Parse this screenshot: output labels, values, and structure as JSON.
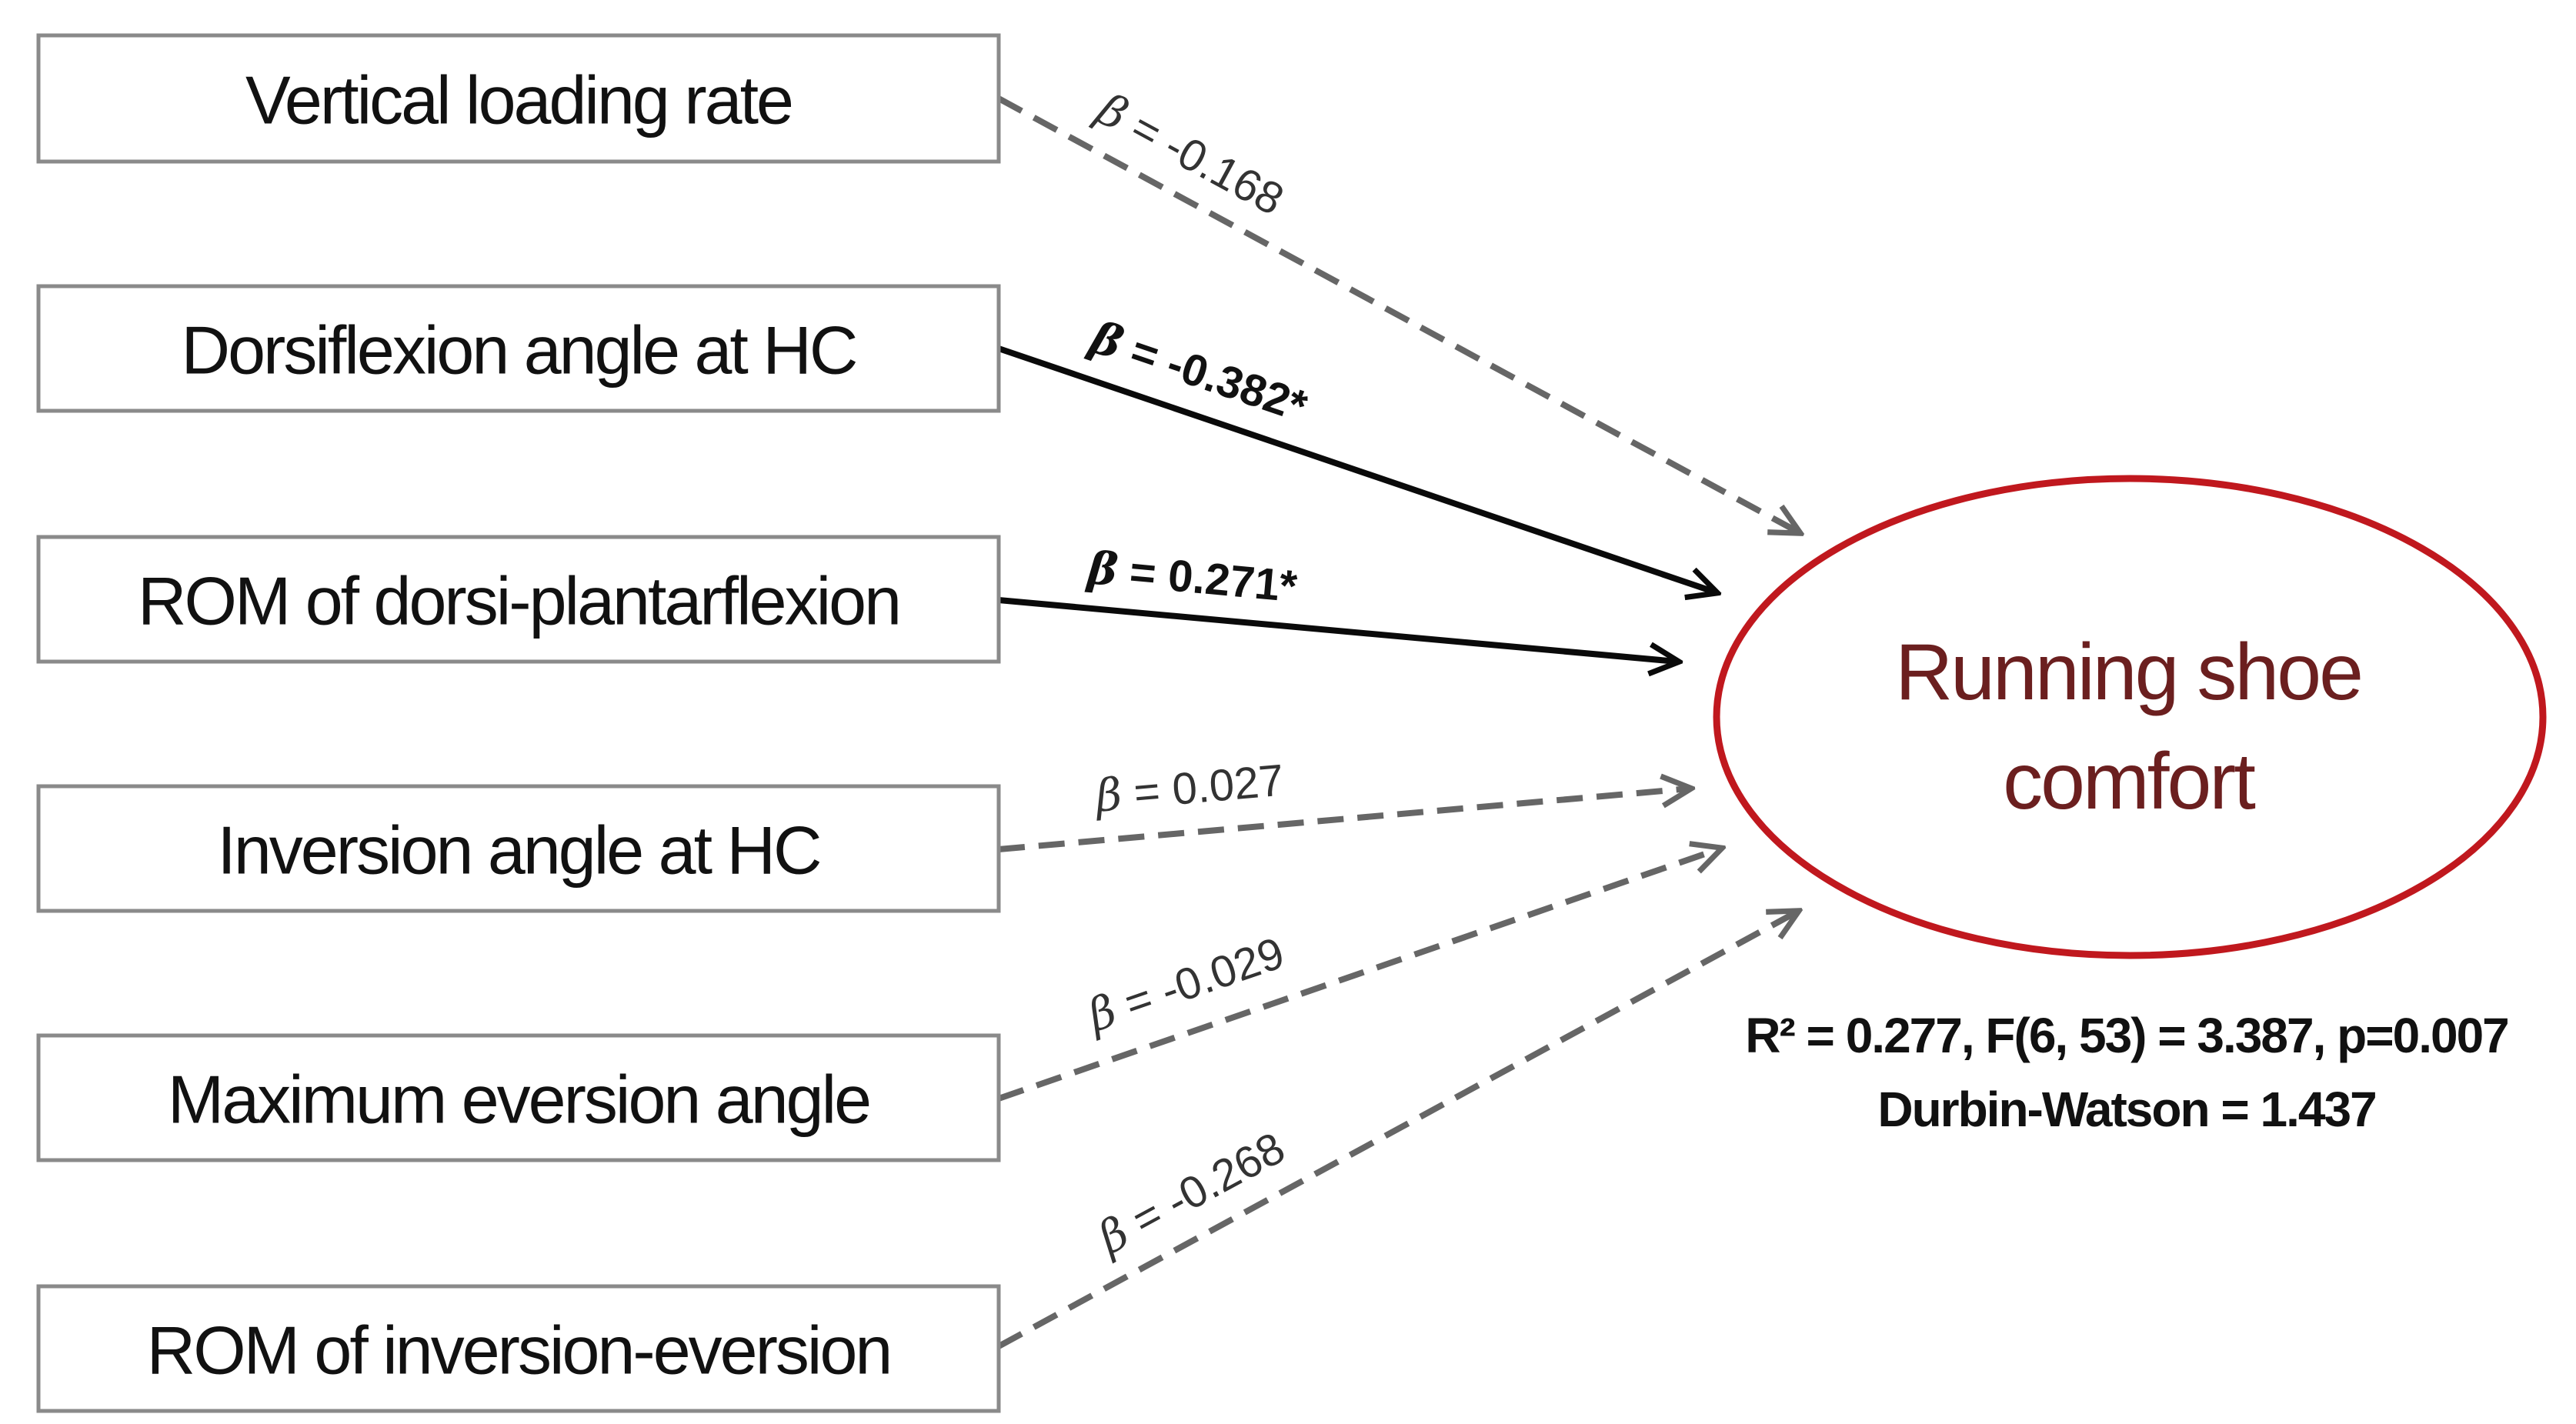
{
  "predictors": [
    {
      "label": "Vertical loading rate",
      "beta": "-0.168",
      "significant": false
    },
    {
      "label": "Dorsiflexion angle at HC",
      "beta": "-0.382*",
      "significant": true
    },
    {
      "label": "ROM of dorsi-plantarflexion",
      "beta": "0.271*",
      "significant": true
    },
    {
      "label": "Inversion angle at HC",
      "beta": "0.027",
      "significant": false
    },
    {
      "label": "Maximum eversion angle",
      "beta": "-0.029",
      "significant": false
    },
    {
      "label": "ROM of inversion-eversion",
      "beta": "-0.268",
      "significant": false
    }
  ],
  "beta_symbol": "β",
  "beta_equals": " = ",
  "outcome": {
    "line1": "Running shoe",
    "line2": "comfort"
  },
  "stats": {
    "line1": "R² = 0.277, F(6, 53) = 3.387, p=0.007",
    "line2": "Durbin-Watson = 1.437"
  },
  "colors": {
    "outcome_border": "#c0181e",
    "outcome_text": "#6b1f1f",
    "dashed_edge": "#666666",
    "solid_edge": "#0a0a0a"
  }
}
